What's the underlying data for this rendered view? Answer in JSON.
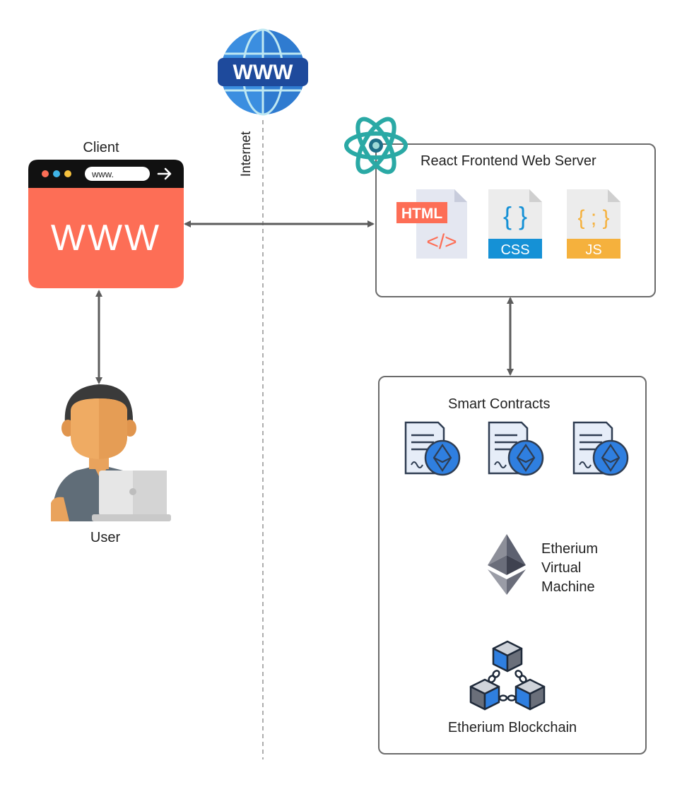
{
  "labels": {
    "client": "Client",
    "user": "User",
    "internet": "Internet",
    "react_server": "React Frontend Web Server",
    "smart_contracts": "Smart Contracts",
    "evm": [
      "Etherium",
      "Virtual",
      "Machine"
    ],
    "blockchain": "Etherium Blockchain"
  },
  "browser": {
    "address_text": "www.",
    "body_text": "WWW"
  },
  "globe_text": "WWW",
  "file_icons": {
    "html": "HTML",
    "html_tag": "</>",
    "css": "CSS",
    "css_glyph": "{ }",
    "js": "JS",
    "js_glyph": "{ ; }"
  },
  "colors": {
    "browser_red": "#fd6e56",
    "browser_bar": "#111111",
    "globe_blue": "#3b8ee0",
    "globe_band": "#1e4a9c",
    "react_teal": "#2aa9a5",
    "css_blue": "#1591d6",
    "js_yellow": "#f5b13d",
    "arrow_gray": "#5c5c5c",
    "eth_blue": "#2f7fe0"
  }
}
